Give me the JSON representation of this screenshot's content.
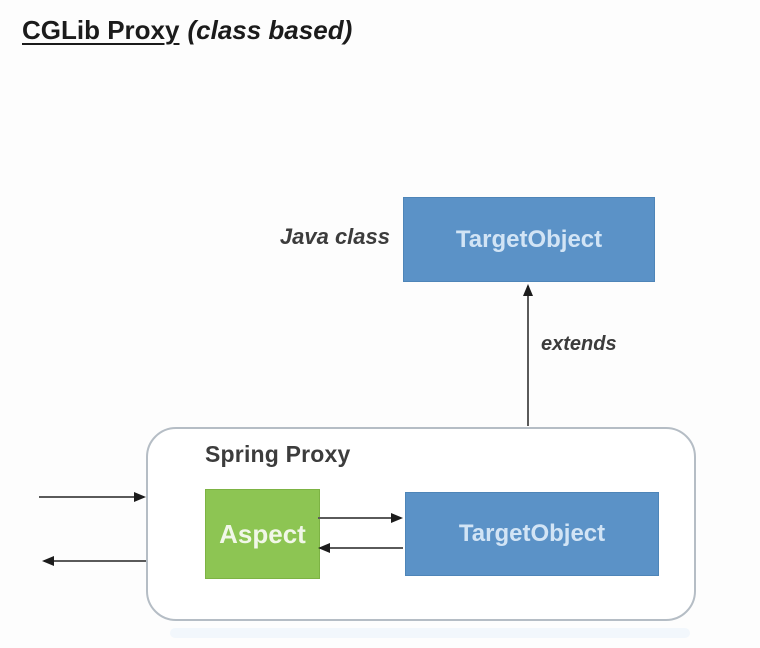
{
  "title": {
    "main": "CGLib Proxy",
    "note": "(class based)"
  },
  "diagram": {
    "java_class_label": "Java class",
    "extends_label": "extends",
    "top_box_label": "TargetObject",
    "spring_proxy": {
      "label": "Spring Proxy",
      "aspect_label": "Aspect",
      "target_label": "TargetObject"
    },
    "arrows": {
      "incoming_call": "right into Spring Proxy",
      "outgoing_return": "left out of Spring Proxy",
      "extends": "up from Spring Proxy to TargetObject class",
      "aspect_to_target": "right from Aspect to TargetObject",
      "target_to_aspect": "left from TargetObject to Aspect"
    }
  },
  "colors": {
    "canvas_bg": "#fdfdfd",
    "blue_box_fill": "#5b92c7",
    "blue_box_border": "#4e85b8",
    "blue_box_text": "#d2e4f5",
    "green_box_fill": "#8dc553",
    "green_box_border": "#7db344",
    "green_box_text": "#f1f7e8",
    "proxy_border": "#b5bdc5",
    "proxy_fill": "#ffffff",
    "arrow_line": "#5a5a5a",
    "arrow_head": "#1c1c1c",
    "label_text": "#3c3c3c",
    "title_text": "#1b1b1b"
  }
}
